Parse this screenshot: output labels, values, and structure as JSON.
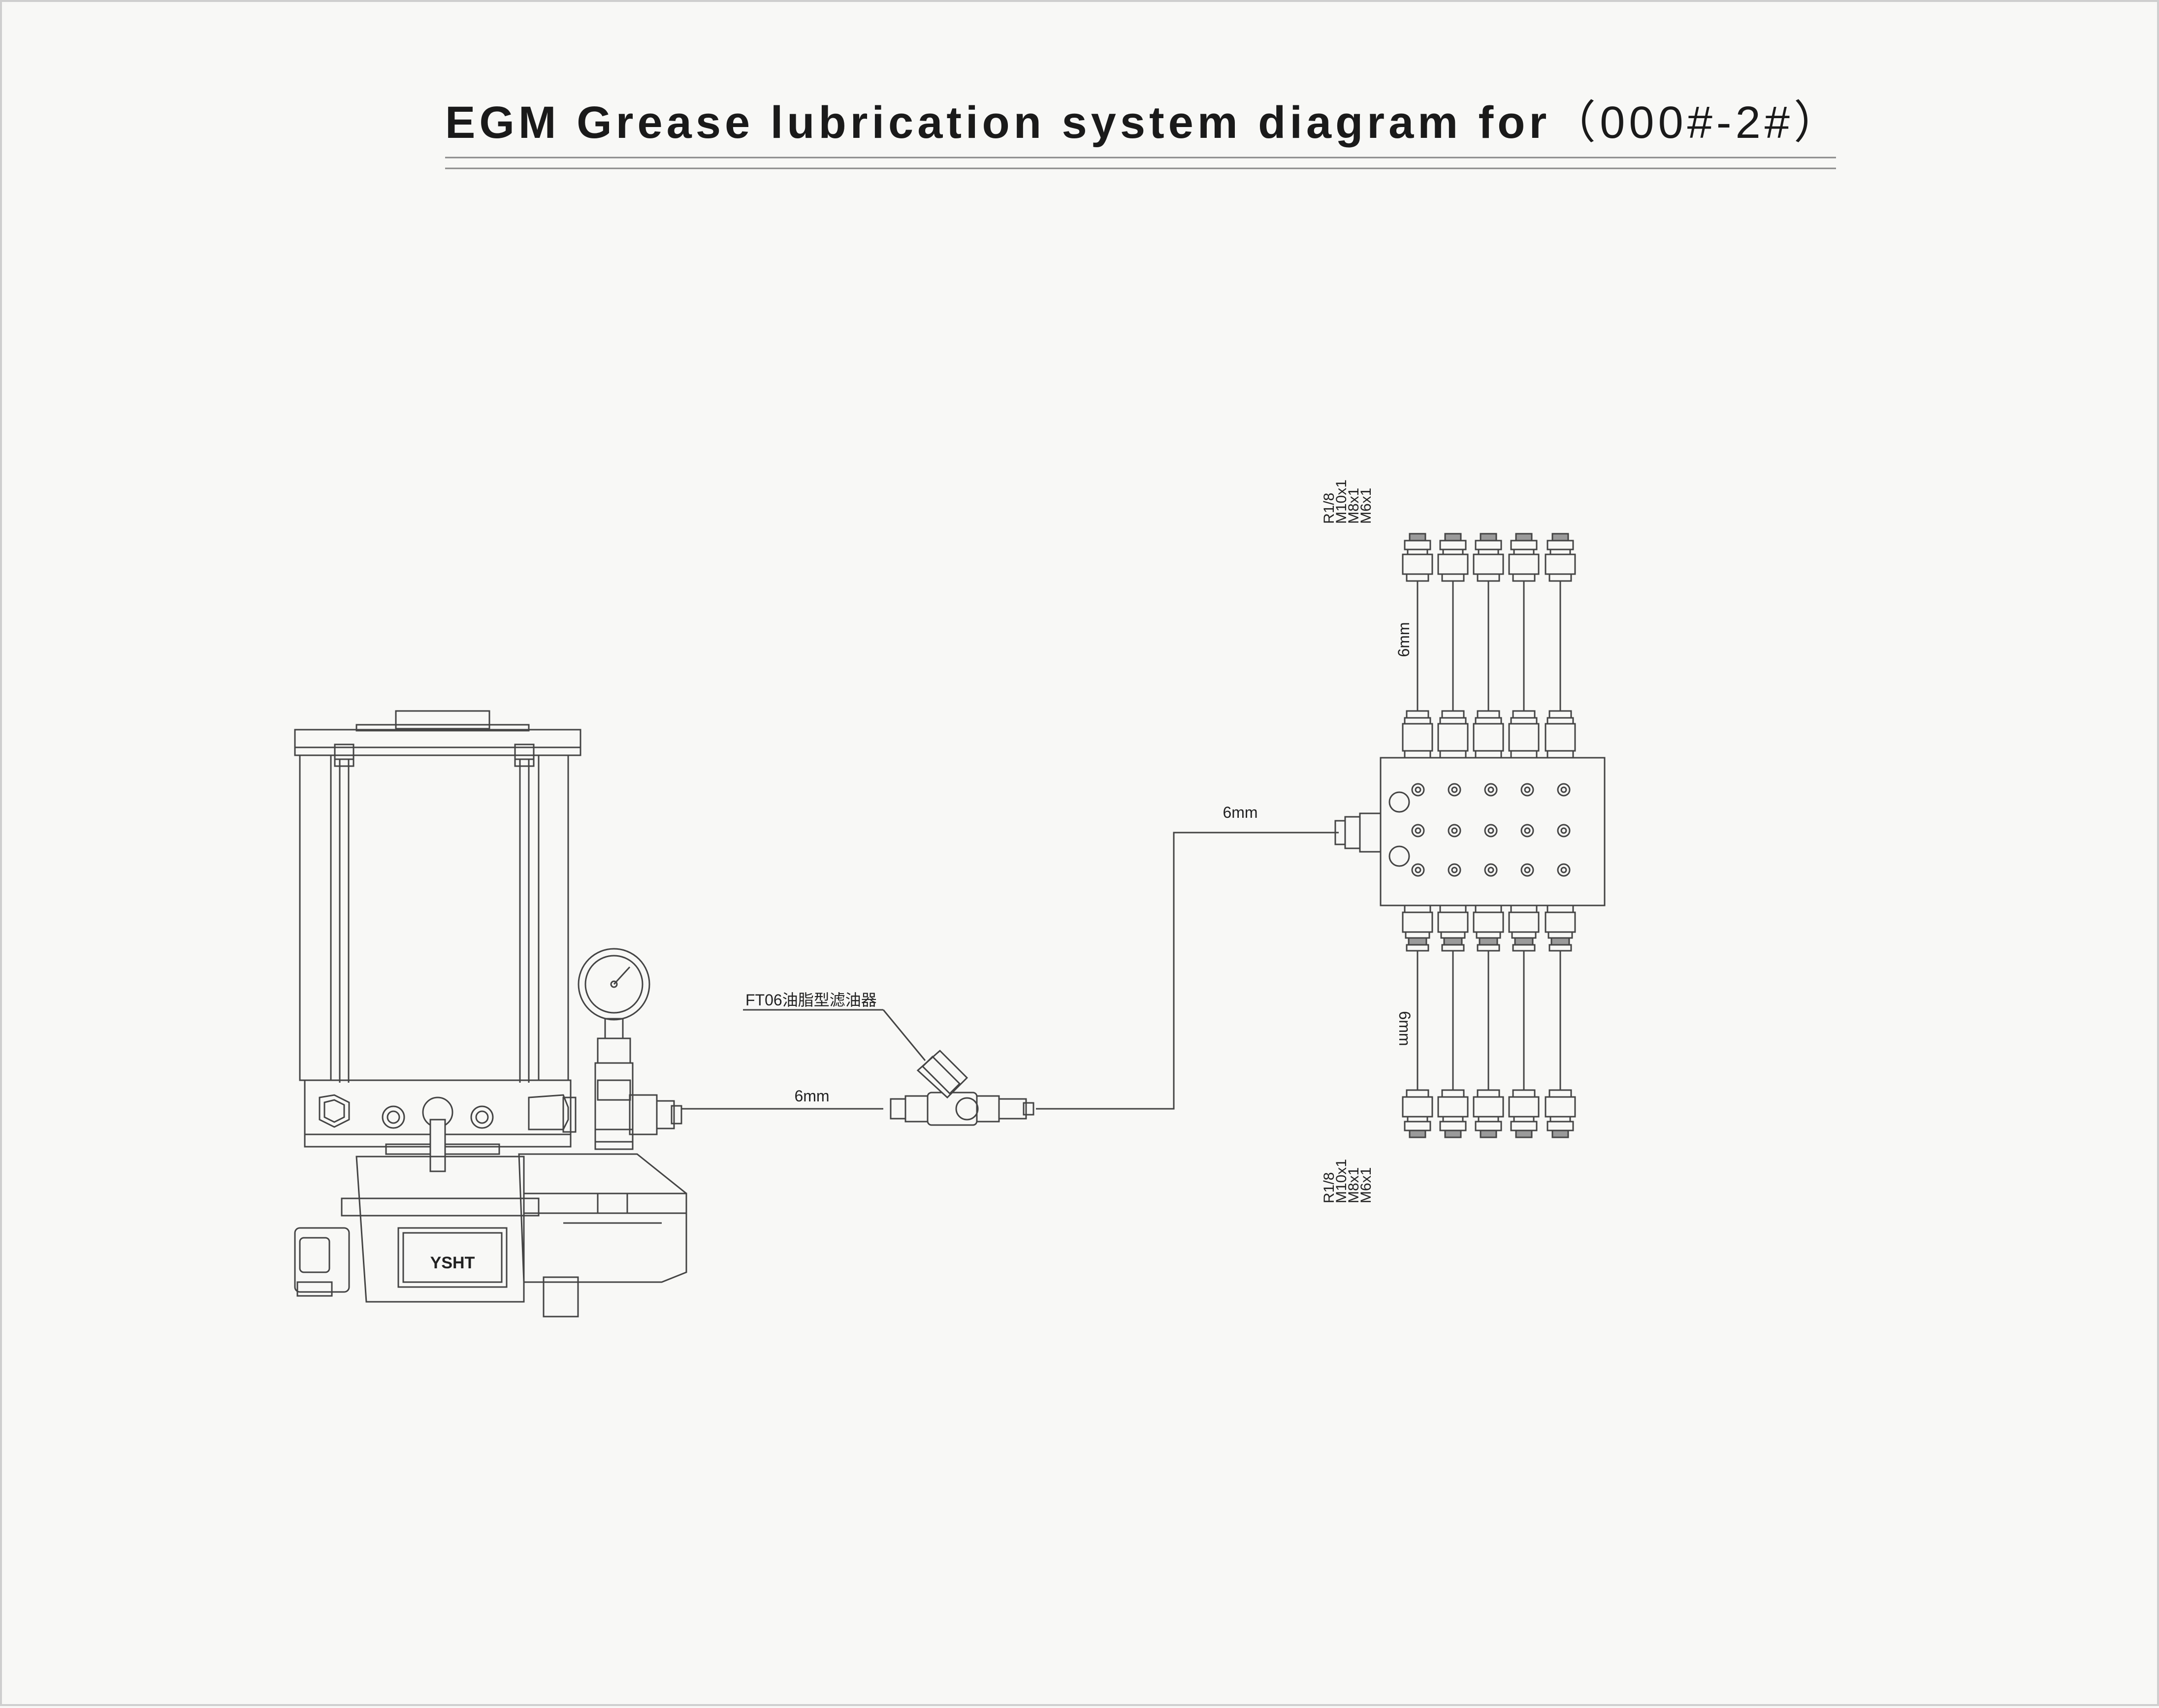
{
  "title": {
    "main": "EGM Grease lubrication system diagram for",
    "suffix": "（000#-2#）"
  },
  "pump": {
    "brand_label": "YSHT"
  },
  "filter": {
    "label": "FT06油脂型滤油器"
  },
  "pipes": {
    "pump_to_filter": "6mm",
    "filter_to_distributor": "6mm",
    "top_outlets": "6mm",
    "bottom_outlets": "6mm"
  },
  "thread_specs": {
    "top": [
      "R1/8",
      "M10x1",
      "M8x1",
      "M6x1"
    ],
    "bottom": [
      "R1/8",
      "M10x1",
      "M8x1",
      "M6x1"
    ]
  }
}
